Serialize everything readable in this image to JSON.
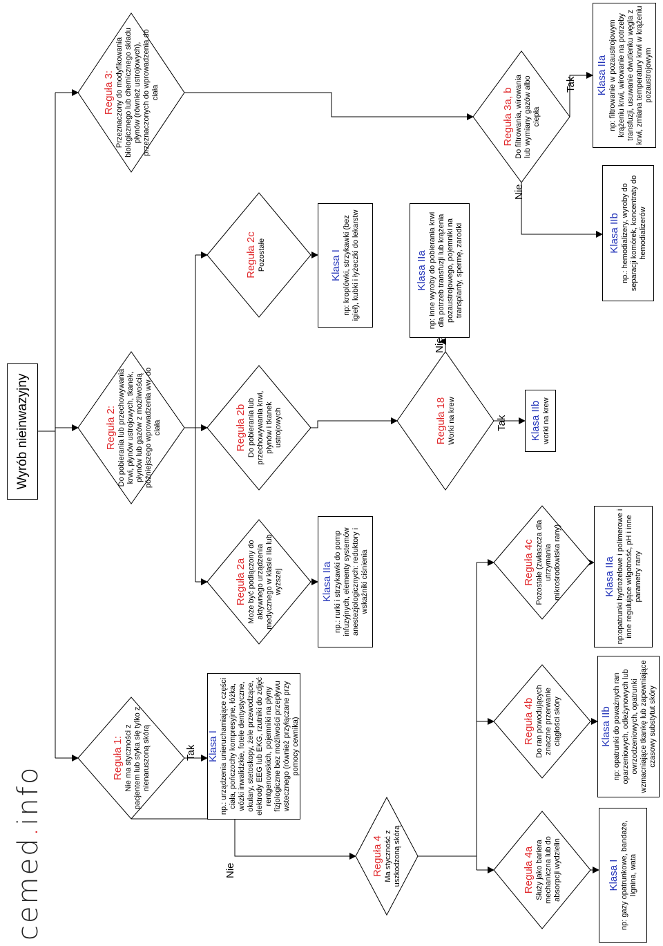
{
  "logo": {
    "left": "cemed",
    "dot": ".",
    "right": "info"
  },
  "root": "Wyrób nieinwazyjny",
  "rules": {
    "r1": {
      "title": "Reguła 1:",
      "desc": "Nie ma styczności z pacjentem lub styka się tylko  z nienaruszoną skórą"
    },
    "r2": {
      "title": "Reguła 2:",
      "desc": "Do pobierania lub przechowywania krwi, płynów ustrojowych, tkanek, płynów lub gazów z możliwością późniejszego wprowadzenia ww. do ciała"
    },
    "r3": {
      "title": "Reguła 3:",
      "desc": "Przeznaczony do modyfikowania biologicznego lub chemicznego składu płynów (również ustrojowych), przeznaczonych do wprowadzenia do ciała"
    },
    "r2a": {
      "title": "Reguła 2a",
      "desc": "Może być podłączony do aktywnego urządzenia medycznego w klasie IIa lub wyższej"
    },
    "r2b": {
      "title": "Reguła 2b",
      "desc": "Do pobierania lub przechowywania krwi, płynów i tkanek ustrojowych"
    },
    "r2c": {
      "title": "Reguła 2c",
      "desc": "Pozostałe"
    },
    "r4": {
      "title": "Reguła 4",
      "desc": "Ma styczność z uszkodzoną skórą"
    },
    "r18": {
      "title": "Reguła 18",
      "desc": "Worki na  krew"
    },
    "r3ab": {
      "title": "Reguła 3a, b",
      "desc": "Do filtrowania, wirowania lub wymiany gazów albo ciepła"
    },
    "r4a": {
      "title": "Reguła 4a",
      "desc": "Służy jako bariera mechaniczna lub do absorpcji wydzielin"
    },
    "r4b": {
      "title": "Reguła 4b",
      "desc": "Do  ran powodujących znaczne przerwanie ciągłości skóry"
    },
    "r4c": {
      "title": "Reguła 4c",
      "desc": "Pozostałe (zwłaszcza dla utrzymania mikrośrodowiska rany)"
    }
  },
  "classes": {
    "c1": {
      "title": "Klasa I",
      "desc": "np.: urządzenia unieruchamiające części ciała, pończochy kompresyjne, łóżka, wózki inwalidzkie, fotele dentystyczne, okulary, stetoskopy, żele przewodzące, elektrody EEG lub  EKG, rzutniki do zdjęć rentgenowskich, pojemniki na płyny fizjologiczne bez możliwości przepływu wstecznego (również przyłączane przy pomocy cewnika)"
    },
    "c2a": {
      "title": "Klasa IIa",
      "desc": "np.: rurki i strzykawki do pomp infuzyjnych, elementy systemów anestezjologicznych: reduktory i wskaźniki ciśnienia"
    },
    "c2c": {
      "title": "Klasa I",
      "desc": "np: kroplówki, strzykawki (bez igieł), kubki i łyżeczki do lekarstw"
    },
    "c18no": {
      "title": "Klasa IIa",
      "desc": "np: inne wyroby do pobierania krwi dla potrzeb transfuzji lub krążenia pozaustrojowego, pojemniki na transplanty, spermę, zarodki"
    },
    "c18yes": {
      "title": "Klasa IIb",
      "desc": "worki na  krew"
    },
    "c3no": {
      "title": "Klasa IIb",
      "desc": "np.: hemodializery, wyroby do separacji komórek, koncentraty do hemodializerów"
    },
    "c3yes": {
      "title": "Klasa IIa",
      "desc": "np: filtrowanie w pozaustrojowym krążeniu krwi, wirowanie na potrzeby transfuzji, usuwanie dwutlenku węgla z krwi, zmiana temperatury krwi w krążeniu pozaustrojowym"
    },
    "c4a": {
      "title": "Klasa I",
      "desc": "np: gazy opatrunkowe, bandaże, lignina, wata"
    },
    "c4b": {
      "title": "Klasa IIb",
      "desc": "np: opatrunki do poważnych ran oparzeniowych, odleżynowych lub owrzodzeniowych, opatrunki wzmacniające tkankę lub zapewniające czasowy substytut skóry"
    },
    "c4c": {
      "title": "Klasa IIa",
      "desc": "np:opatrunki hydrożelowe i polimerowe i inne regulujące wilgotność, pH i inne parametry rany"
    }
  },
  "labels": {
    "yes": "Tak",
    "no": "Nie"
  }
}
